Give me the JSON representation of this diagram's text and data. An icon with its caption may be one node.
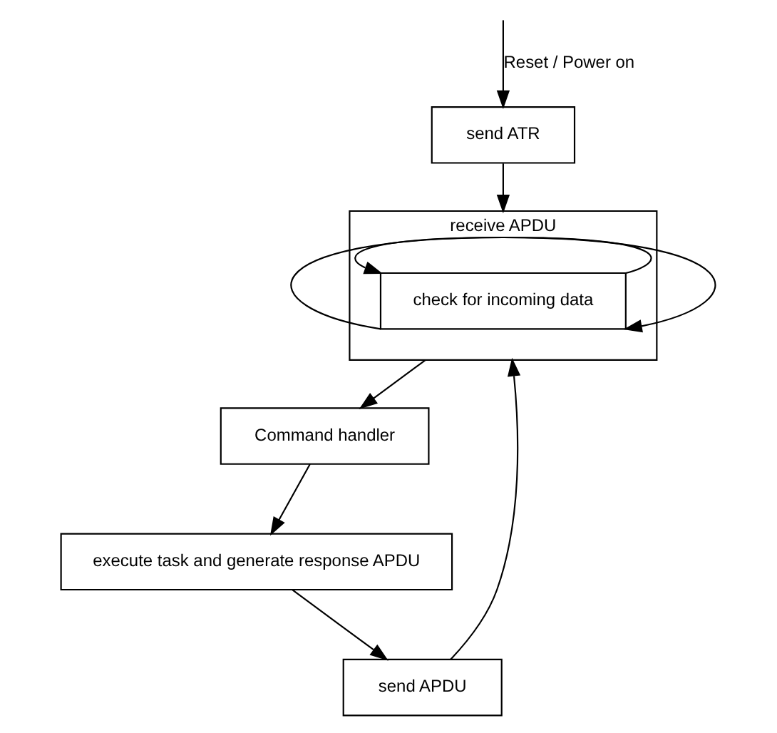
{
  "diagram": {
    "nodes": [
      {
        "text": [
          "send ATR"
        ]
      },
      {
        "text": [
          "receive APDU"
        ]
      },
      {
        "text": [
          "check for incoming data"
        ],
        "in": 1
      },
      {
        "text": [
          "Command handler"
        ]
      },
      {
        "text": [
          "execute task and generate response APDU"
        ]
      },
      {
        "text": [
          "send APDU"
        ]
      }
    ],
    "edges": [
      {
        "from": null,
        "to": 0,
        "arrow": "to",
        "label": "Reset / Power on"
      },
      {
        "from": 0,
        "to": 1,
        "arrow": "to"
      },
      {
        "from": 2,
        "to": 2,
        "arrow": "to"
      },
      {
        "from": 2,
        "to": 2,
        "arrow": "to"
      },
      {
        "from": 1,
        "to": 3,
        "arrow": "to"
      },
      {
        "from": 3,
        "to": 4,
        "arrow": "to"
      },
      {
        "from": 4,
        "to": 5,
        "arrow": "to"
      },
      {
        "from": 5,
        "to": 1,
        "arrow": "to"
      }
    ]
  }
}
